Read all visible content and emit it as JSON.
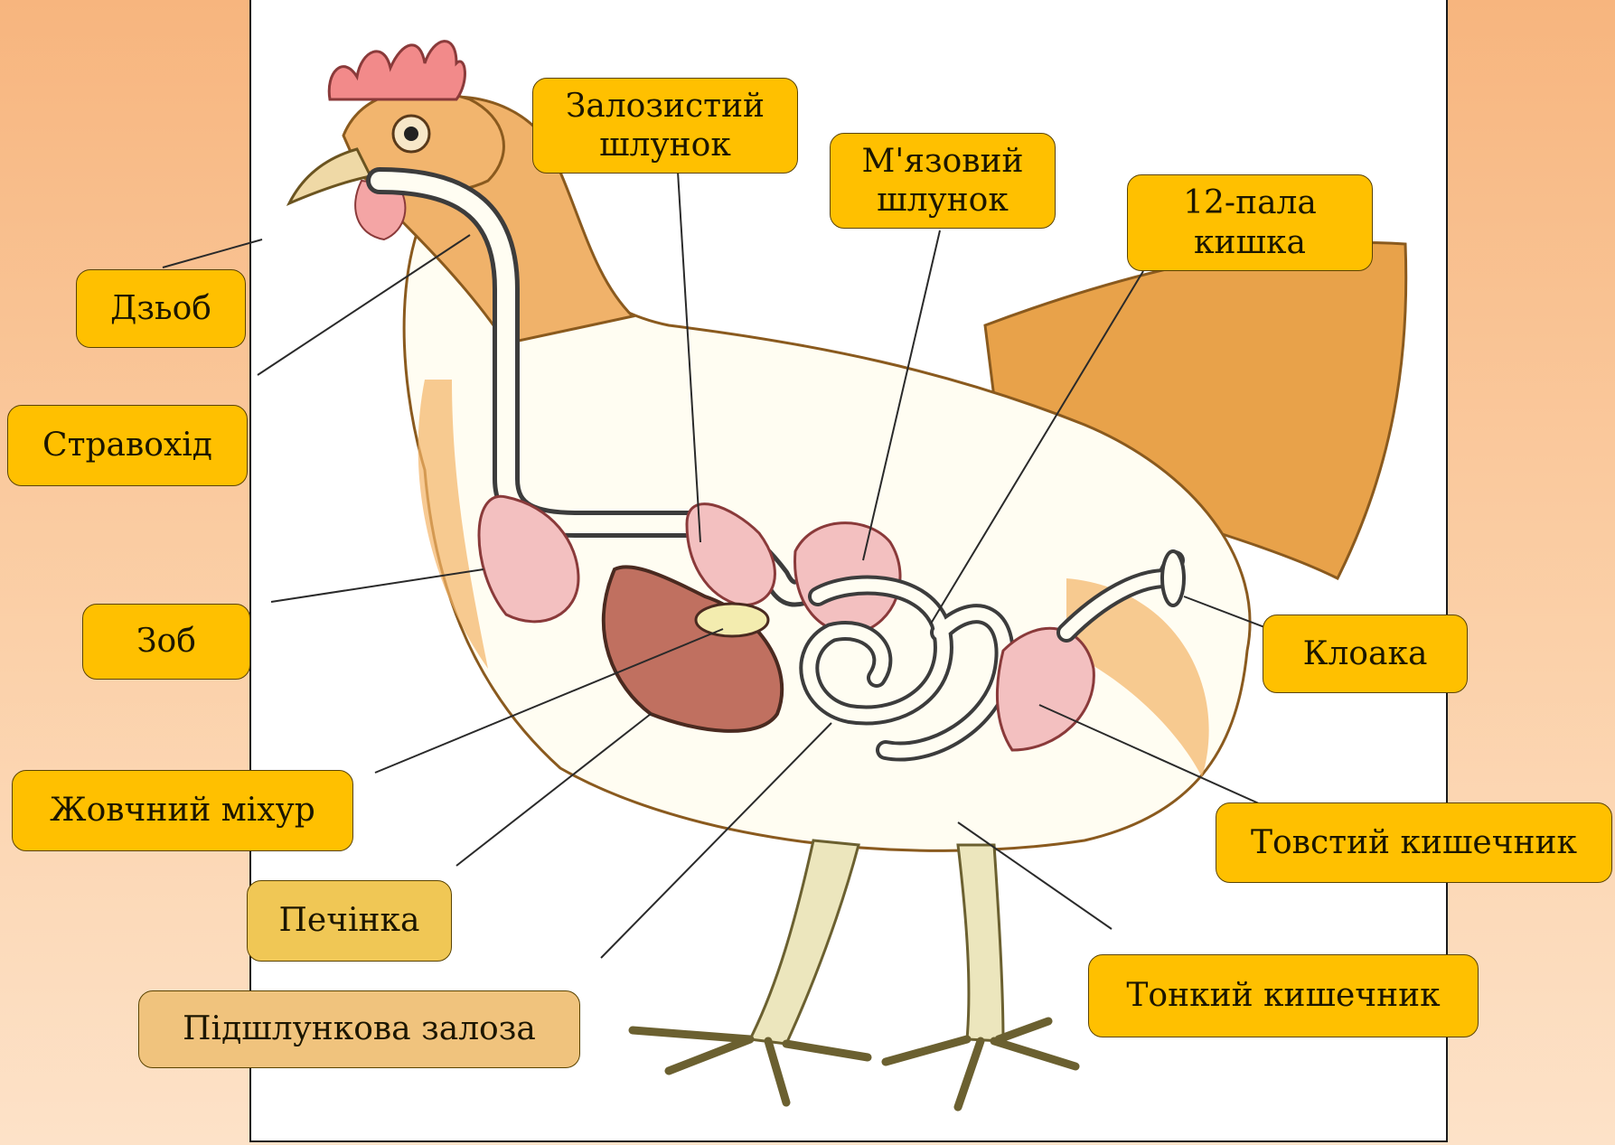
{
  "colors": {
    "label_fill": "#ffc000",
    "label_fill_soft": "#f0c755",
    "label_fill_pale": "#f0c37d",
    "background": "#f9c08d"
  },
  "labels": {
    "beak": "Дзьоб",
    "esophagus": "Стравохід",
    "crop": "Зоб",
    "gallbladder": "Жовчний міхур",
    "liver": "Печінка",
    "pancreas": "Підшлункова залоза",
    "glandular_stomach": "Залозистий\nшлунок",
    "muscular_stomach": "М'язовий\nшлунок",
    "duodenum": "12-пала\nкишка",
    "cloaca": "Клоака",
    "large_intestine": "Товстий кишечник",
    "small_intestine": "Тонкий кишечник"
  }
}
